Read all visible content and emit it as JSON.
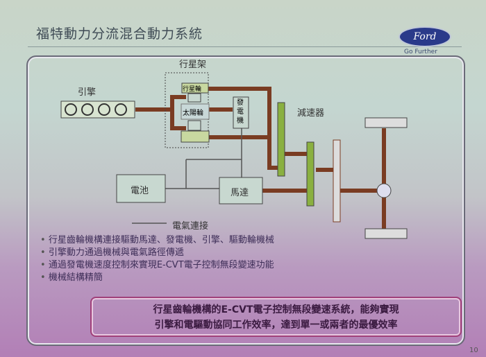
{
  "title": "福特動力分流混合動力系統",
  "logo": {
    "brand": "Ford",
    "tagline": "Go Further"
  },
  "diagram": {
    "planet_carrier": "行星架",
    "engine": "引擎",
    "planet_gear": "行星輪",
    "sun_gear": "太陽輪",
    "generator": "發電機",
    "reducer": "減速器",
    "battery": "電池",
    "motor": "馬達",
    "electrical_legend": "電氣連接",
    "colors": {
      "mech": "#7a3c22",
      "gear": "#8ab040",
      "box": "#c8d8a0"
    }
  },
  "bullets": [
    "行星齒輪機構連接驅動馬達、發電機、引擎、驅動輪機械",
    "引擎動力通過機械與電氣路徑傳遞",
    "通過發電機速度控制來實現E-CVT電子控制無段變速功能",
    "機械結構精簡"
  ],
  "summary": [
    "行星齒輪機構的E-CVT電子控制無段變速系統，能夠實現",
    "引擎和電驅動協同工作效率，達到單一或兩者的最優效率"
  ],
  "page_number": "10"
}
